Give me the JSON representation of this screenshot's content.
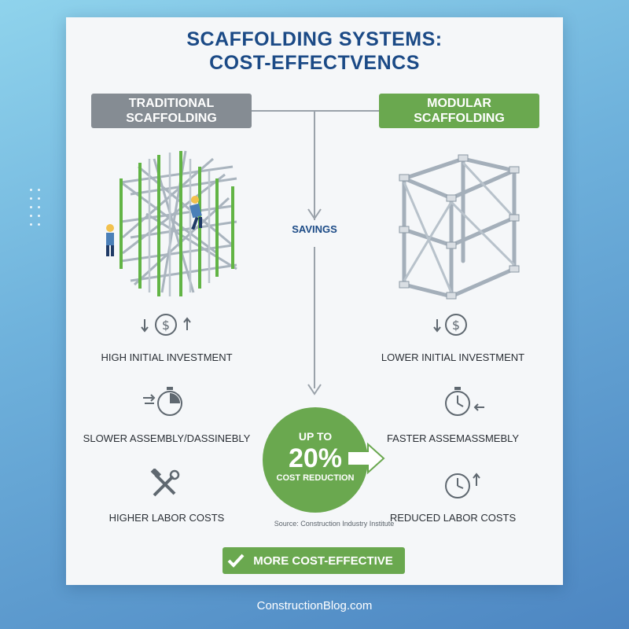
{
  "title_line1": "SCAFFOLDING SYSTEMS:",
  "title_line2": "COST-EFFECTVENCS",
  "traditional": {
    "line1": "TRADITIONAL",
    "line2": "SCAFFOLDING",
    "features": [
      "HIGH INITIAL INVESTMENT",
      "SLOWER ASSEMBLY/DASSINEBLY",
      "HIGHER LABOR COSTS"
    ]
  },
  "modular": {
    "line1": "MODULAR",
    "line2": "SCAFFOLDING",
    "features": [
      "LOWER INITIAL INVESTMENT",
      "FASTER ASSEMASSMEBLY",
      "REDUCED LABOR COSTS"
    ]
  },
  "savings_label": "SAVINGS",
  "highlight": {
    "line1": "UP TO",
    "value": "20%",
    "line3": "COST REDUCTION"
  },
  "source": "Source: Construction Industry Institute",
  "cta_label": "MORE COST-EFFECTIVE",
  "footer": "ConstructionBlog.com",
  "colors": {
    "title": "#1b4a86",
    "traditional_header": "#858c93",
    "modular_header": "#6aa84f",
    "green_accent": "#6aa84f",
    "background_top": "#8fd3ec",
    "background_bottom": "#4d86c2"
  },
  "icons": {
    "traditional": [
      "dollar-up-down-icon",
      "stopwatch-fast-icon",
      "wrench-hammer-icon"
    ],
    "modular": [
      "dollar-down-icon",
      "stopwatch-icon",
      "clock-up-icon"
    ]
  }
}
